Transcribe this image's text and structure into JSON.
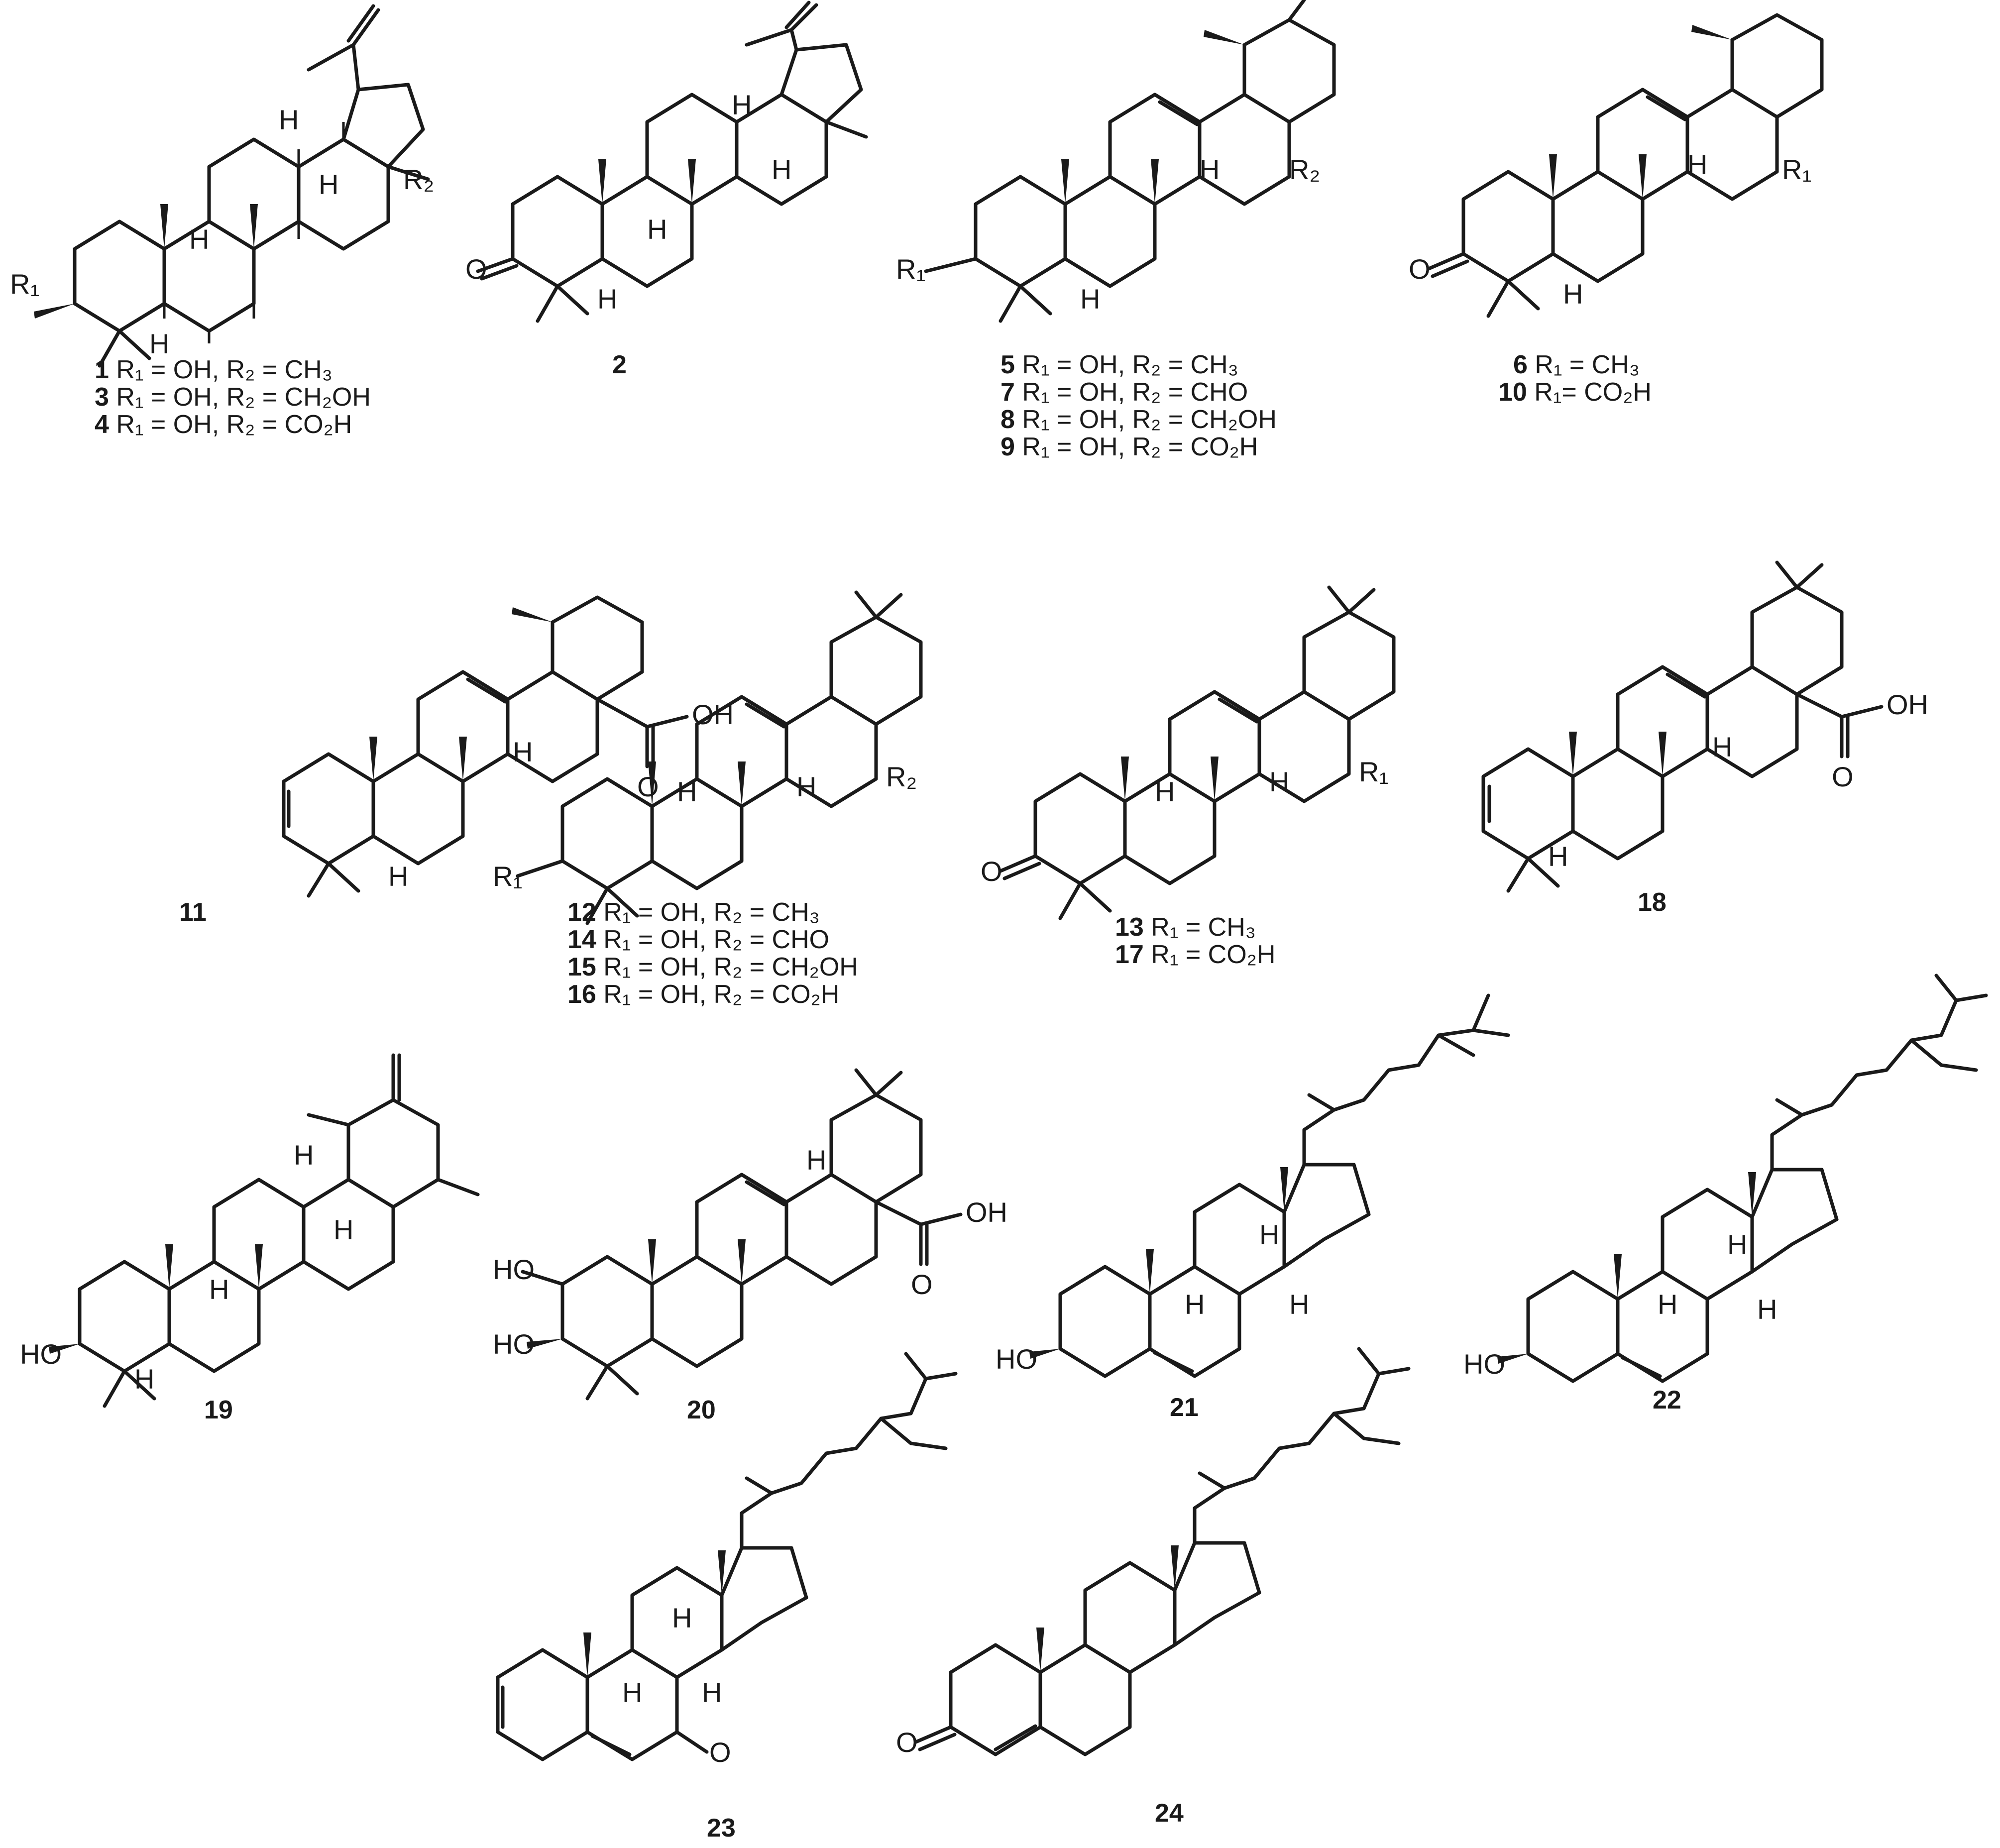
{
  "labels": {
    "s1": [
      {
        "num": "1",
        "text": " R₁ = OH, R₂ = CH₃"
      },
      {
        "num": "3",
        "text": " R₁ = OH, R₂ = CH₂OH"
      },
      {
        "num": "4",
        "text": " R₁ = OH, R₂ = CO₂H"
      }
    ],
    "s2": [
      {
        "num": "2",
        "text": ""
      }
    ],
    "s5": [
      {
        "num": "5",
        "text": " R₁ = OH, R₂ = CH₃"
      },
      {
        "num": "7",
        "text": " R₁ = OH, R₂ = CHO"
      },
      {
        "num": "8",
        "text": " R₁ = OH, R₂ = CH₂OH"
      },
      {
        "num": "9",
        "text": " R₁ = OH, R₂ = CO₂H"
      }
    ],
    "s6": [
      {
        "num": "6",
        "text": "  R₁ = CH₃"
      },
      {
        "num": "10",
        "text": " R₁= CO₂H"
      }
    ],
    "s11": [
      {
        "num": "11",
        "text": ""
      }
    ],
    "s12": [
      {
        "num": "12",
        "text": " R₁ = OH, R₂ = CH₃"
      },
      {
        "num": "14",
        "text": " R₁ = OH, R₂ =  CHO"
      },
      {
        "num": "15",
        "text": " R₁ = OH, R₂ = CH₂OH"
      },
      {
        "num": "16",
        "text": " R₁ = OH, R₂ = CO₂H"
      }
    ],
    "s13": [
      {
        "num": "13",
        "text": " R₁ = CH₃"
      },
      {
        "num": "17",
        "text": " R₁ = CO₂H"
      }
    ],
    "s18": [
      {
        "num": "18",
        "text": ""
      }
    ],
    "s19": [
      {
        "num": "19",
        "text": ""
      }
    ],
    "s20": [
      {
        "num": "20",
        "text": ""
      }
    ],
    "s21": [
      {
        "num": "21",
        "text": ""
      }
    ],
    "s22": [
      {
        "num": "22",
        "text": ""
      }
    ],
    "s23": [
      {
        "num": "23",
        "text": ""
      }
    ],
    "s24": [
      {
        "num": "24",
        "text": ""
      }
    ]
  },
  "atoms": {
    "r1": "R₁",
    "r2": "R₂",
    "h": "H",
    "o": "O",
    "ho": "HO",
    "oh": "OH"
  }
}
